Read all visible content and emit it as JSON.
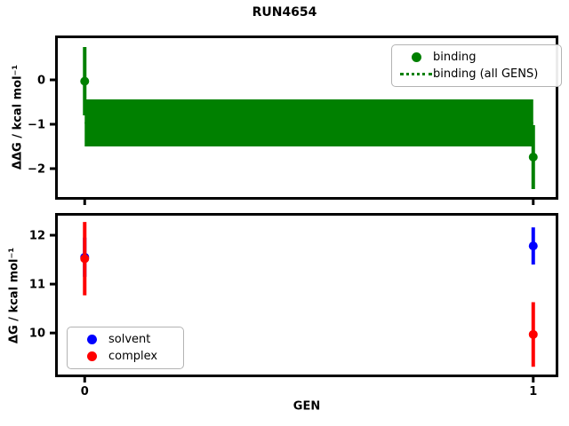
{
  "figure": {
    "title": "RUN4654",
    "background": "#ffffff"
  },
  "colors": {
    "binding": "#008000",
    "solvent": "#0000ff",
    "complex": "#ff0000",
    "axis": "#000000",
    "legend_border": "#b3b3b3"
  },
  "chart_data": [
    {
      "id": "binding-panel",
      "type": "scatter",
      "title": "RUN4654",
      "xlabel": "",
      "ylabel": "ΔΔG / kcal mol⁻¹",
      "xlim": [
        -0.06,
        1.05
      ],
      "ylim": [
        -2.64,
        0.94
      ],
      "grid": false,
      "yticks": [
        0,
        -1,
        -2
      ],
      "yticklabels": [
        "0",
        "−1",
        "−2"
      ],
      "xticks": [
        0,
        1
      ],
      "xticklabels": [],
      "band": {
        "name": "binding (all GENS)",
        "color": "#008000",
        "x": [
          0,
          1
        ],
        "y_top": -0.44,
        "y_bottom": -1.5,
        "mean": -0.97,
        "mean_line_style": "dotted"
      },
      "series": [
        {
          "name": "binding",
          "color": "#008000",
          "marker": "circle",
          "x": [
            0,
            1
          ],
          "y": [
            -0.03,
            -1.74
          ],
          "yerr": [
            0.77,
            0.72
          ]
        }
      ],
      "legend": {
        "position": "upper right",
        "entries": [
          {
            "label": "binding",
            "marker": "circle",
            "color": "#008000"
          },
          {
            "label": "binding (all GENS)",
            "marker": "dotted-line",
            "color": "#008000"
          }
        ]
      }
    },
    {
      "id": "dg-panel",
      "type": "scatter",
      "title": "",
      "xlabel": "GEN",
      "ylabel": "ΔG / kcal mol⁻¹",
      "xlim": [
        -0.06,
        1.05
      ],
      "ylim": [
        9.15,
        12.4
      ],
      "grid": false,
      "yticks": [
        12,
        11,
        10
      ],
      "yticklabels": [
        "12",
        "11",
        "10"
      ],
      "xticks": [
        0,
        1
      ],
      "xticklabels": [
        "0",
        "1"
      ],
      "series": [
        {
          "name": "solvent",
          "color": "#0000ff",
          "marker": "circle",
          "x": [
            0,
            1
          ],
          "y": [
            11.55,
            11.78
          ],
          "yerr": [
            0.4,
            0.38
          ]
        },
        {
          "name": "complex",
          "color": "#ff0000",
          "marker": "circle",
          "x": [
            0,
            1
          ],
          "y": [
            11.52,
            9.97
          ],
          "yerr": [
            0.75,
            0.66
          ]
        }
      ],
      "legend": {
        "position": "lower left",
        "entries": [
          {
            "label": "solvent",
            "marker": "circle",
            "color": "#0000ff"
          },
          {
            "label": "complex",
            "marker": "circle",
            "color": "#ff0000"
          }
        ]
      }
    }
  ]
}
